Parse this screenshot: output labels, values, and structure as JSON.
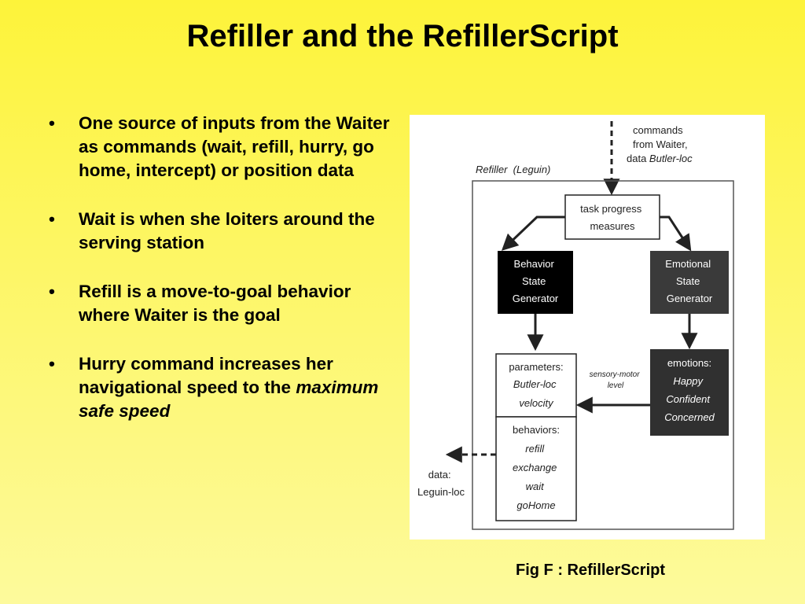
{
  "slide": {
    "title": "Refiller and the RefillerScript",
    "bullet_symbol": "•",
    "bullets": [
      {
        "text": "One source of inputs from the Waiter as commands (wait, refill, hurry, go home, intercept) or position data",
        "emphasis": ""
      },
      {
        "text": "Wait is when she loiters around the serving station",
        "emphasis": ""
      },
      {
        "text": "Refill is a move-to-goal behavior where Waiter is the goal",
        "emphasis": ""
      },
      {
        "text": "Hurry command increases her navigational speed to the",
        "emphasis": "maximum safe speed"
      }
    ],
    "caption": "Fig F : RefillerScript"
  },
  "diagram": {
    "input_label": [
      "commands",
      "from Waiter,"
    ],
    "input_data_prefix": "data ",
    "input_data_value": "Butler-loc",
    "container_label": "Refiller  (Leguin)",
    "task_progress": [
      "task progress",
      "measures"
    ],
    "behavior_generator": [
      "Behavior",
      "State",
      "Generator"
    ],
    "emotional_generator": [
      "Emotional",
      "State",
      "Generator"
    ],
    "parameters_title": "parameters:",
    "parameters_items": [
      "Butler-loc",
      "velocity"
    ],
    "sensory_motor": [
      "sensory-motor",
      "level"
    ],
    "emotions_title": "emotions:",
    "emotions_items": [
      "Happy",
      "Confident",
      "Concerned"
    ],
    "behaviors_title": "behaviors:",
    "behaviors_items": [
      "refill",
      "exchange",
      "wait",
      "goHome"
    ],
    "output_label": [
      "data:",
      "Leguin-loc"
    ],
    "colors": {
      "behavior_box": "#000000",
      "emotional_box": "#3a3a3a",
      "emotions_box": "#303030"
    }
  }
}
